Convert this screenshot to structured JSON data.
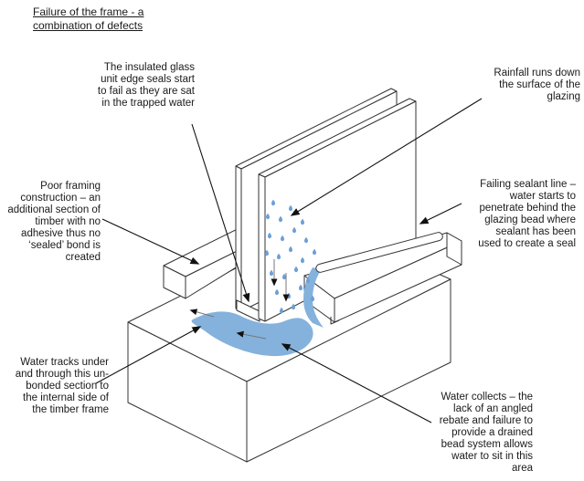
{
  "title": "Failure of the frame - a\ncombination of defects",
  "annotations": {
    "insulated_glass": "The insulated glass\nunit edge seals start\nto fail as they are sat\nin the trapped water",
    "rainfall": "Rainfall runs down\nthe surface of the\nglazing",
    "poor_framing": "Poor framing\nconstruction – an\nadditional section of\ntimber with no\nadhesive thus no\n‘sealed’ bond is\ncreated",
    "failing_sealant": "Failing sealant line –\nwater starts to\npenetrate behind the\nglazing bead where\nsealant has been\nused to create a seal",
    "water_tracks": "Water tracks under\nand through this un-\nbonded section to\nthe internal side of\nthe timber frame",
    "water_collects": "Water collects – the\nlack of an angled\nrebate and failure to\nprovide a drained\nbead system allows\nwater to sit in this\narea"
  },
  "colors": {
    "water": "#85b2dc",
    "raindrop": "#6d9fd8",
    "line": "#333333",
    "text": "#1a1a1a"
  }
}
